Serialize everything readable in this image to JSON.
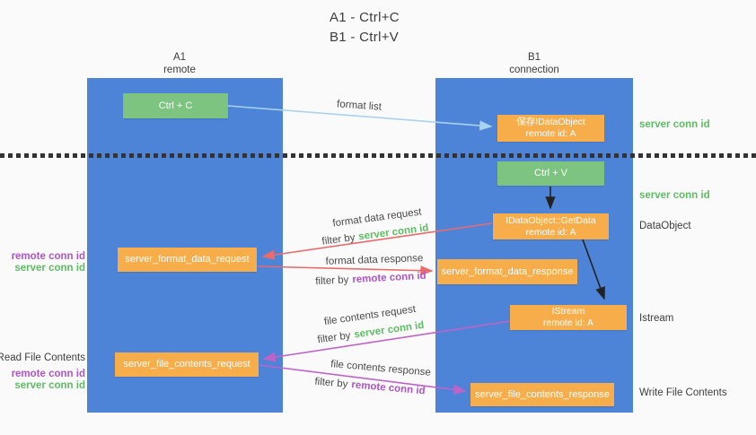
{
  "title": {
    "line1": "A1 - Ctrl+C",
    "line2": "B1 - Ctrl+V"
  },
  "lanes": {
    "a1": {
      "name": "A1",
      "subtitle": "remote"
    },
    "b1": {
      "name": "B1",
      "subtitle": "connection"
    }
  },
  "nodes": {
    "ctrl_c": {
      "label": "Ctrl + C"
    },
    "save_dataobject": {
      "line1": "保存IDataObject",
      "line2": "remote id: A"
    },
    "ctrl_v": {
      "label": "Ctrl + V"
    },
    "getdata": {
      "line1": "IDataObject::GetData",
      "line2": "remote id: A"
    },
    "format_request": {
      "label": "server_format_data_request"
    },
    "format_response": {
      "label": "server_format_data_response"
    },
    "istream": {
      "line1": "IStream",
      "line2": "remote id: A"
    },
    "file_request": {
      "label": "server_file_contents_request"
    },
    "file_response": {
      "label": "server_file_contents_response"
    }
  },
  "arrow_labels": {
    "format_list": "format list",
    "format_request": {
      "line1": "format data request",
      "filter_prefix": "filter by",
      "filter_key": "server conn id"
    },
    "format_response": {
      "line1": "format data response",
      "filter_prefix": "filter by",
      "filter_key": "remote conn id"
    },
    "file_request": {
      "line1": "file contents request",
      "filter_prefix": "filter by",
      "filter_key": "server conn id"
    },
    "file_response": {
      "line1": "file contents response",
      "filter_prefix": "filter by",
      "filter_key": "remote conn id"
    }
  },
  "annotations": {
    "right": {
      "server_conn_top": "server conn id",
      "server_conn_mid": "server conn id",
      "dataobject": "DataObject",
      "istream": "Istream",
      "write_file": "Write File Contents"
    },
    "left": {
      "format_remote": "remote conn id",
      "format_server": "server conn id",
      "read_file": "Read File Contents",
      "file_remote": "remote conn id",
      "file_server": "server conn id"
    }
  },
  "colors": {
    "background": "#fafafa",
    "lane_blue": "#4e84d8",
    "node_green": "#7cc47f",
    "node_orange": "#f8ad4b",
    "server_conn_green": "#5dbd63",
    "remote_conn_purple": "#ad56c9",
    "arrow_red": "#e96b6b",
    "arrow_magenta": "#bf63c9",
    "arrow_light_blue": "#a9d2ef",
    "arrow_black": "#222222",
    "divider_dots": "#333333"
  }
}
